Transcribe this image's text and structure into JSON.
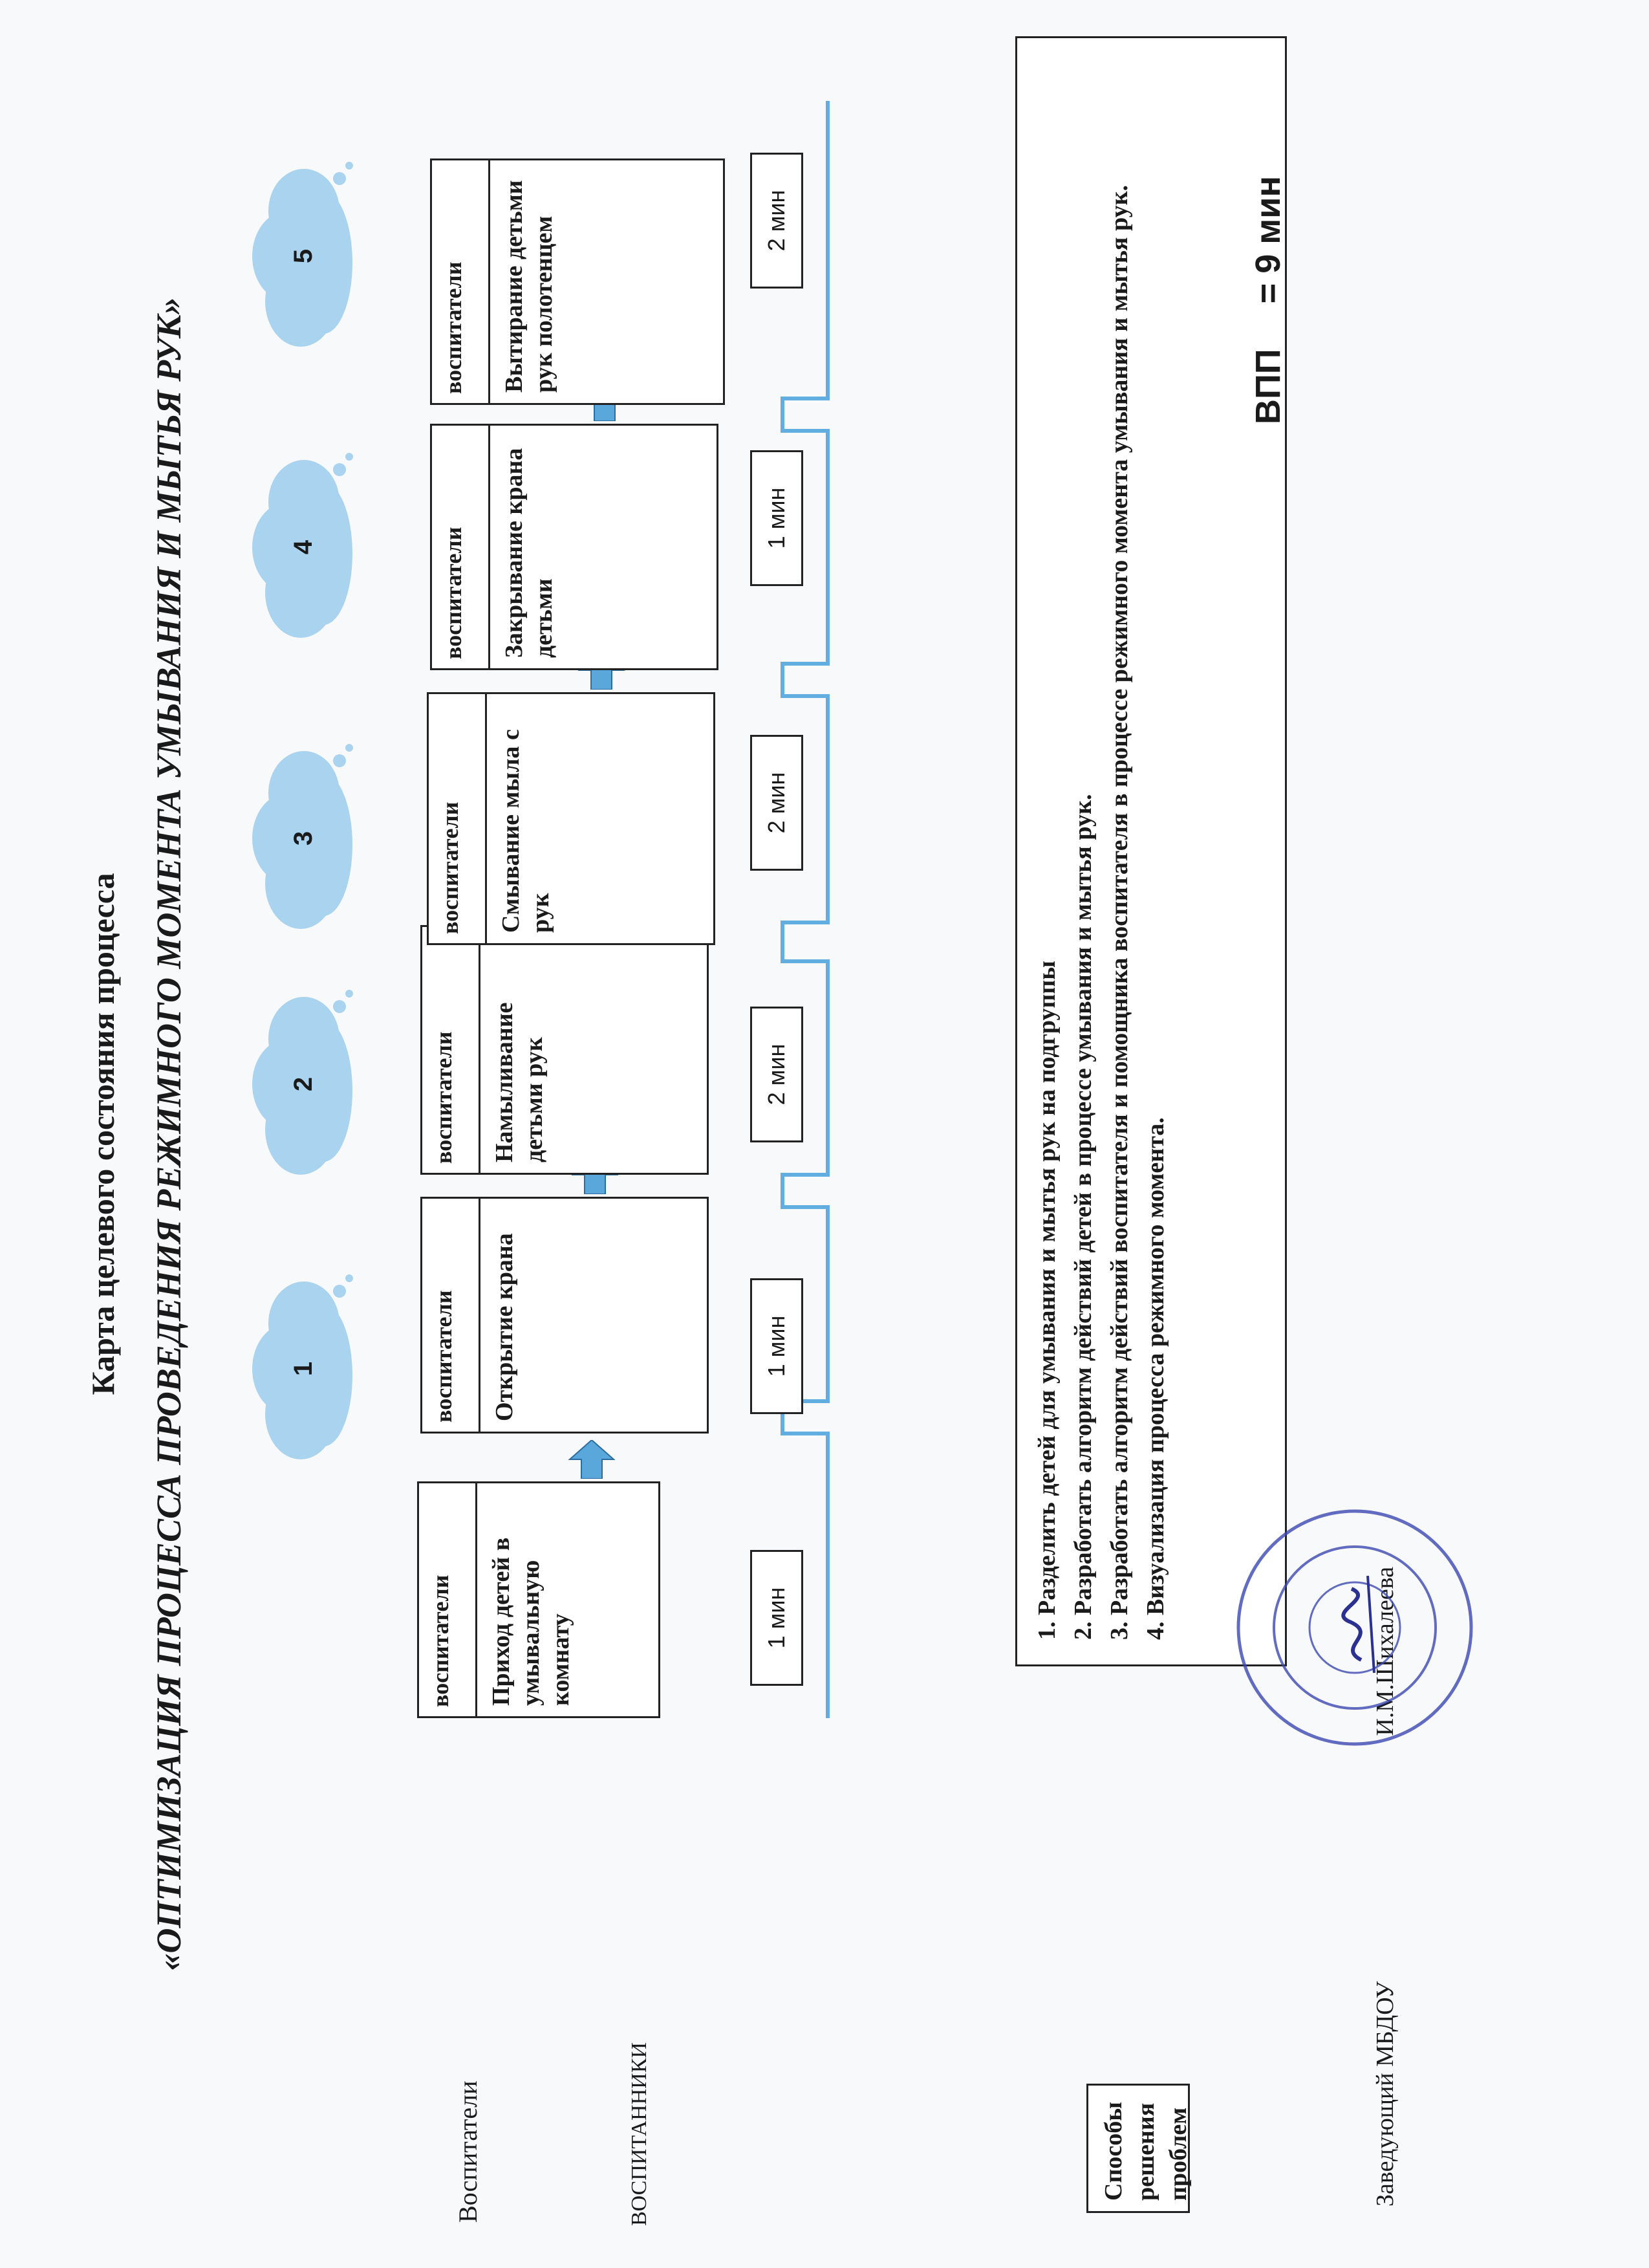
{
  "header": {
    "title": "Карта целевого состояния процесса",
    "subtitle": "«ОПТИМИЗАЦИЯ ПРОЦЕССА ПРОВЕДЕНИЯ РЕЖИМНОГО МОМЕНТА УМЫВАНИЯ И МЫТЬЯ РУК»"
  },
  "side_labels": {
    "educators": "Воспитатели",
    "pupils": "ВОСПИТАННИКИ"
  },
  "steps": [
    {
      "role": "воспитатели",
      "action": "Приход детей в умывальную комнату",
      "time": "1 мин"
    },
    {
      "role": "воспитатели",
      "action": "Открытие крана",
      "time": "1 мин",
      "cloud": "1"
    },
    {
      "role": "воспитатели",
      "action": "Намыливание детьми рук",
      "time": "2 мин",
      "cloud": "2"
    },
    {
      "role": "воспитатели",
      "action": "Смывание мыла с рук",
      "time": "2 мин",
      "cloud": "3"
    },
    {
      "role": "воспитатели",
      "action": "Закрывание крана детьми",
      "time": "1 мин",
      "cloud": "4"
    },
    {
      "role": "воспитатели",
      "action": "Вытирание детьми рук полотенцем",
      "time": "2 мин",
      "cloud": "5"
    }
  ],
  "solutions": {
    "label": "Способы решения проблем",
    "items": [
      "Разделить детей для умывания и мытья рук на подгруппы",
      "Разработать алгоритм действий детей в процессе умывания и мытья рук.",
      "Разработать алгоритм действий воспитателя и помощника воспитателя в процессе режимного момента умывания и мытья рук.",
      "Визуализация процесса режимного момента."
    ]
  },
  "total": {
    "label": "ВПП",
    "value": "= 9 мин"
  },
  "footer": {
    "signature_line": "Заведующий МБДОУ",
    "name": "И.М.Шихалеева"
  },
  "colors": {
    "accent_blue": "#5aa7dc",
    "cloud_fill": "#a9d3ef",
    "timeline": "#62aee0"
  }
}
